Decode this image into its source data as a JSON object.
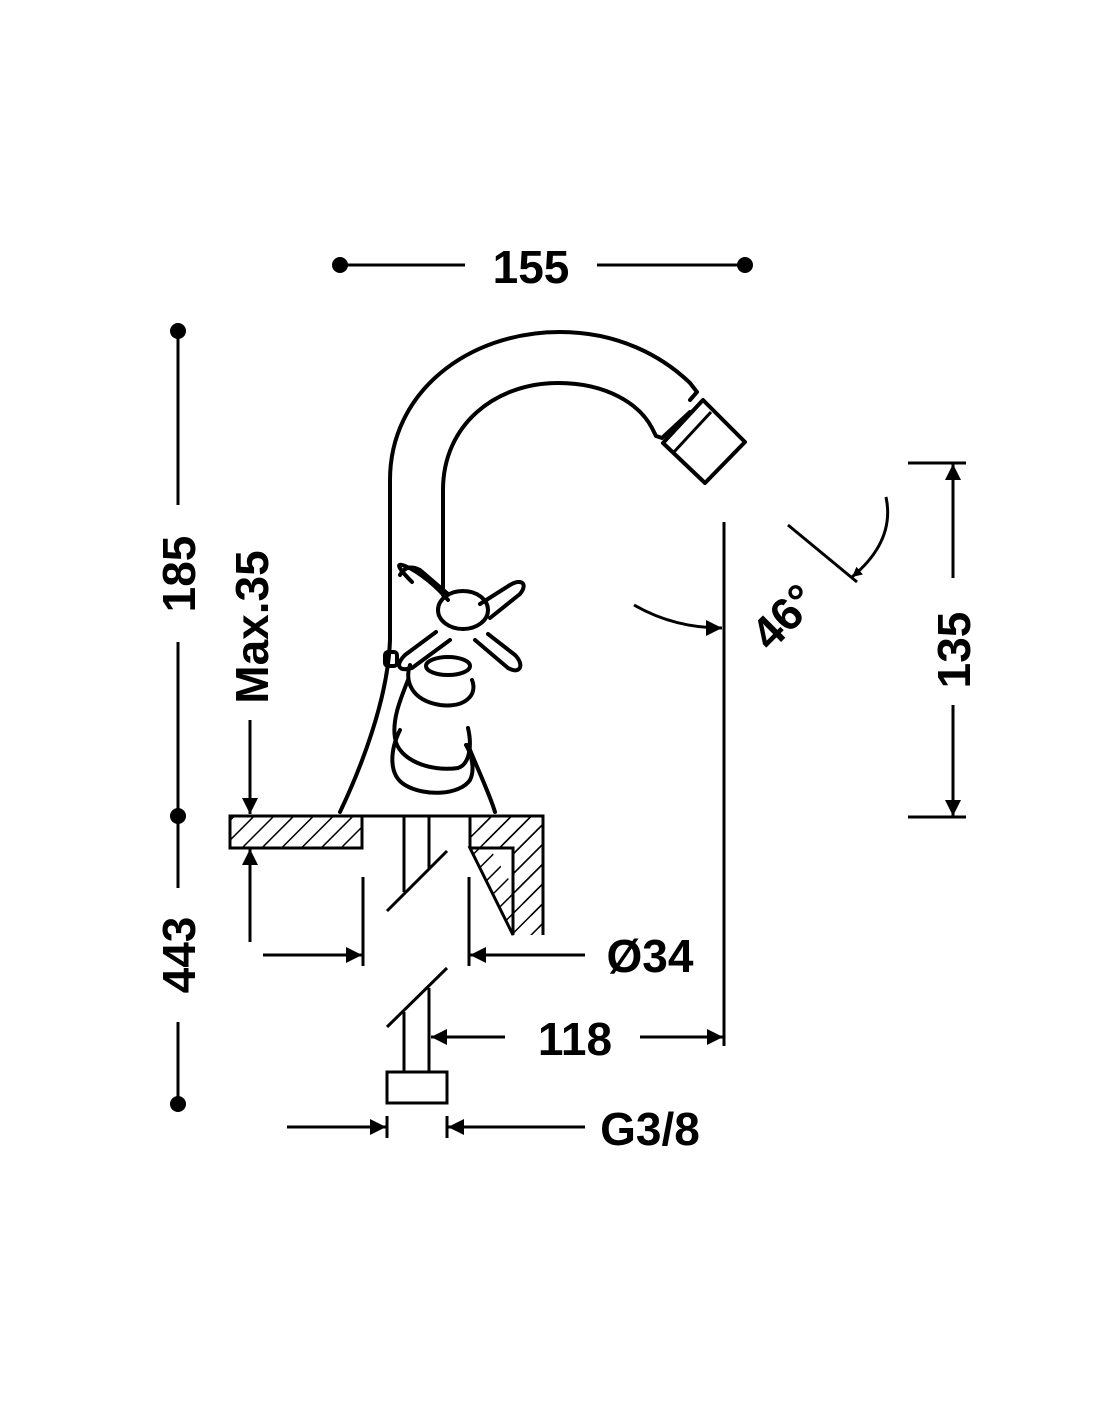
{
  "drawing": {
    "title": "Bidet tap dimension drawing",
    "dimensions": {
      "overall_width": "155",
      "overall_height": "185",
      "max_counter_thickness": "Max.35",
      "below_counter": "443",
      "hole_diameter": "Ø34",
      "spout_reach": "118",
      "connection": "G3/8",
      "spout_height": "135",
      "spout_angle": "46°"
    },
    "colors": {
      "line": "#000000",
      "background": "#ffffff"
    }
  }
}
